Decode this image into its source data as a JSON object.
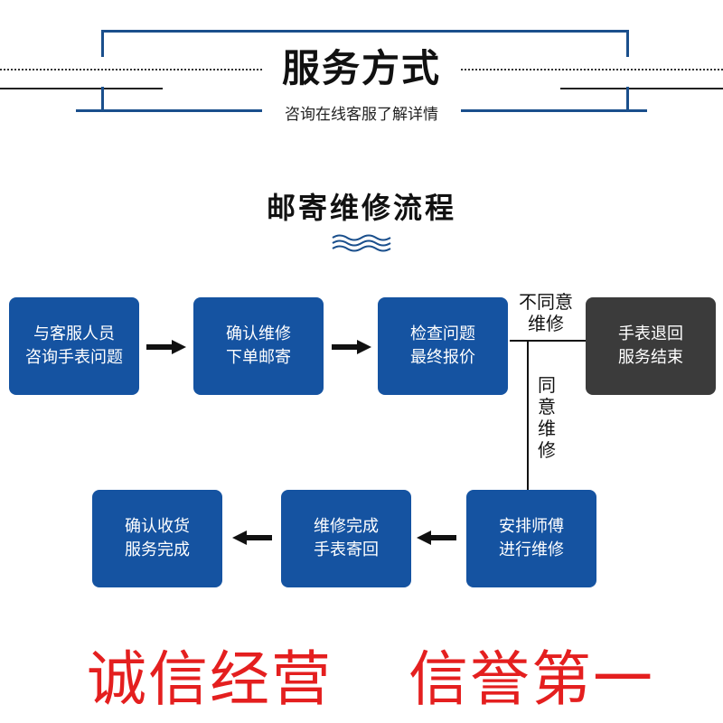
{
  "header": {
    "title": "服务方式",
    "subtitle": "咨询在线客服了解详情"
  },
  "section": {
    "title": "邮寄维修流程"
  },
  "colors": {
    "box_blue": "#1553a1",
    "box_dark": "#3b3b3b",
    "frame_blue": "#1a4f8c",
    "motto_red": "#e41f1f"
  },
  "flow": {
    "step1": {
      "line1": "与客服人员",
      "line2": "咨询手表问题"
    },
    "step2": {
      "line1": "确认维修",
      "line2": "下单邮寄"
    },
    "step3": {
      "line1": "检查问题",
      "line2": "最终报价"
    },
    "step_end": {
      "line1": "手表退回",
      "line2": "服务结束"
    },
    "step4": {
      "line1": "安排师傅",
      "line2": "进行维修"
    },
    "step5": {
      "line1": "维修完成",
      "line2": "手表寄回"
    },
    "step6": {
      "line1": "确认收货",
      "line2": "服务完成"
    },
    "disagree_label": {
      "line1": "不同意",
      "line2": "维修"
    },
    "agree_label": {
      "c1": "同",
      "c2": "意",
      "c3": "维",
      "c4": "修"
    }
  },
  "motto": {
    "left": "诚信经营",
    "right": "信誉第一"
  }
}
